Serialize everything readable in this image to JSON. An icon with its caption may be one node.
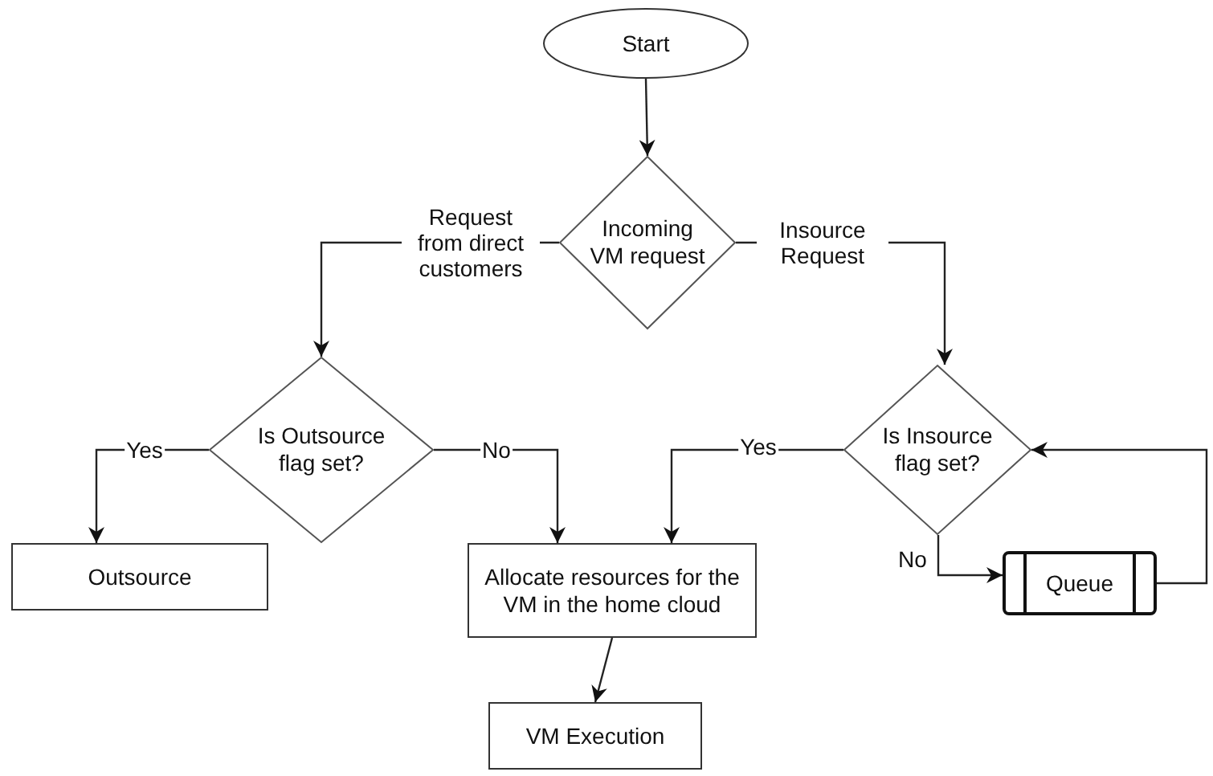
{
  "diagram": {
    "nodes": [
      {
        "text": [
          "Start"
        ]
      },
      {
        "text": [
          "Incoming VM request"
        ]
      },
      {
        "text": [
          "Is Outsource flag set?"
        ]
      },
      {
        "text": [
          "Is Insource flag set?"
        ]
      },
      {
        "text": [
          "Outsource"
        ]
      },
      {
        "text": [
          "Allocate resources for the VM in the home cloud"
        ]
      },
      {
        "text": [
          "VM Execution"
        ]
      },
      {
        "text": [
          "Queue"
        ]
      }
    ],
    "edges": [
      {
        "from": 0,
        "to": 1,
        "arrow": "to"
      },
      {
        "from": 1,
        "to": 2,
        "arrow": "to",
        "label": "Request from direct customers"
      },
      {
        "from": 1,
        "to": 3,
        "arrow": "to",
        "label": "Insource Request"
      },
      {
        "from": 2,
        "to": 4,
        "arrow": "to",
        "label": "Yes"
      },
      {
        "from": 2,
        "to": 5,
        "arrow": "to",
        "label": "No"
      },
      {
        "from": 3,
        "to": 5,
        "arrow": "to",
        "label": "Yes"
      },
      {
        "from": 3,
        "to": 7,
        "arrow": "to",
        "label": "No"
      },
      {
        "from": 7,
        "to": 3,
        "arrow": "to"
      },
      {
        "from": 5,
        "to": 6,
        "arrow": "to"
      }
    ]
  }
}
